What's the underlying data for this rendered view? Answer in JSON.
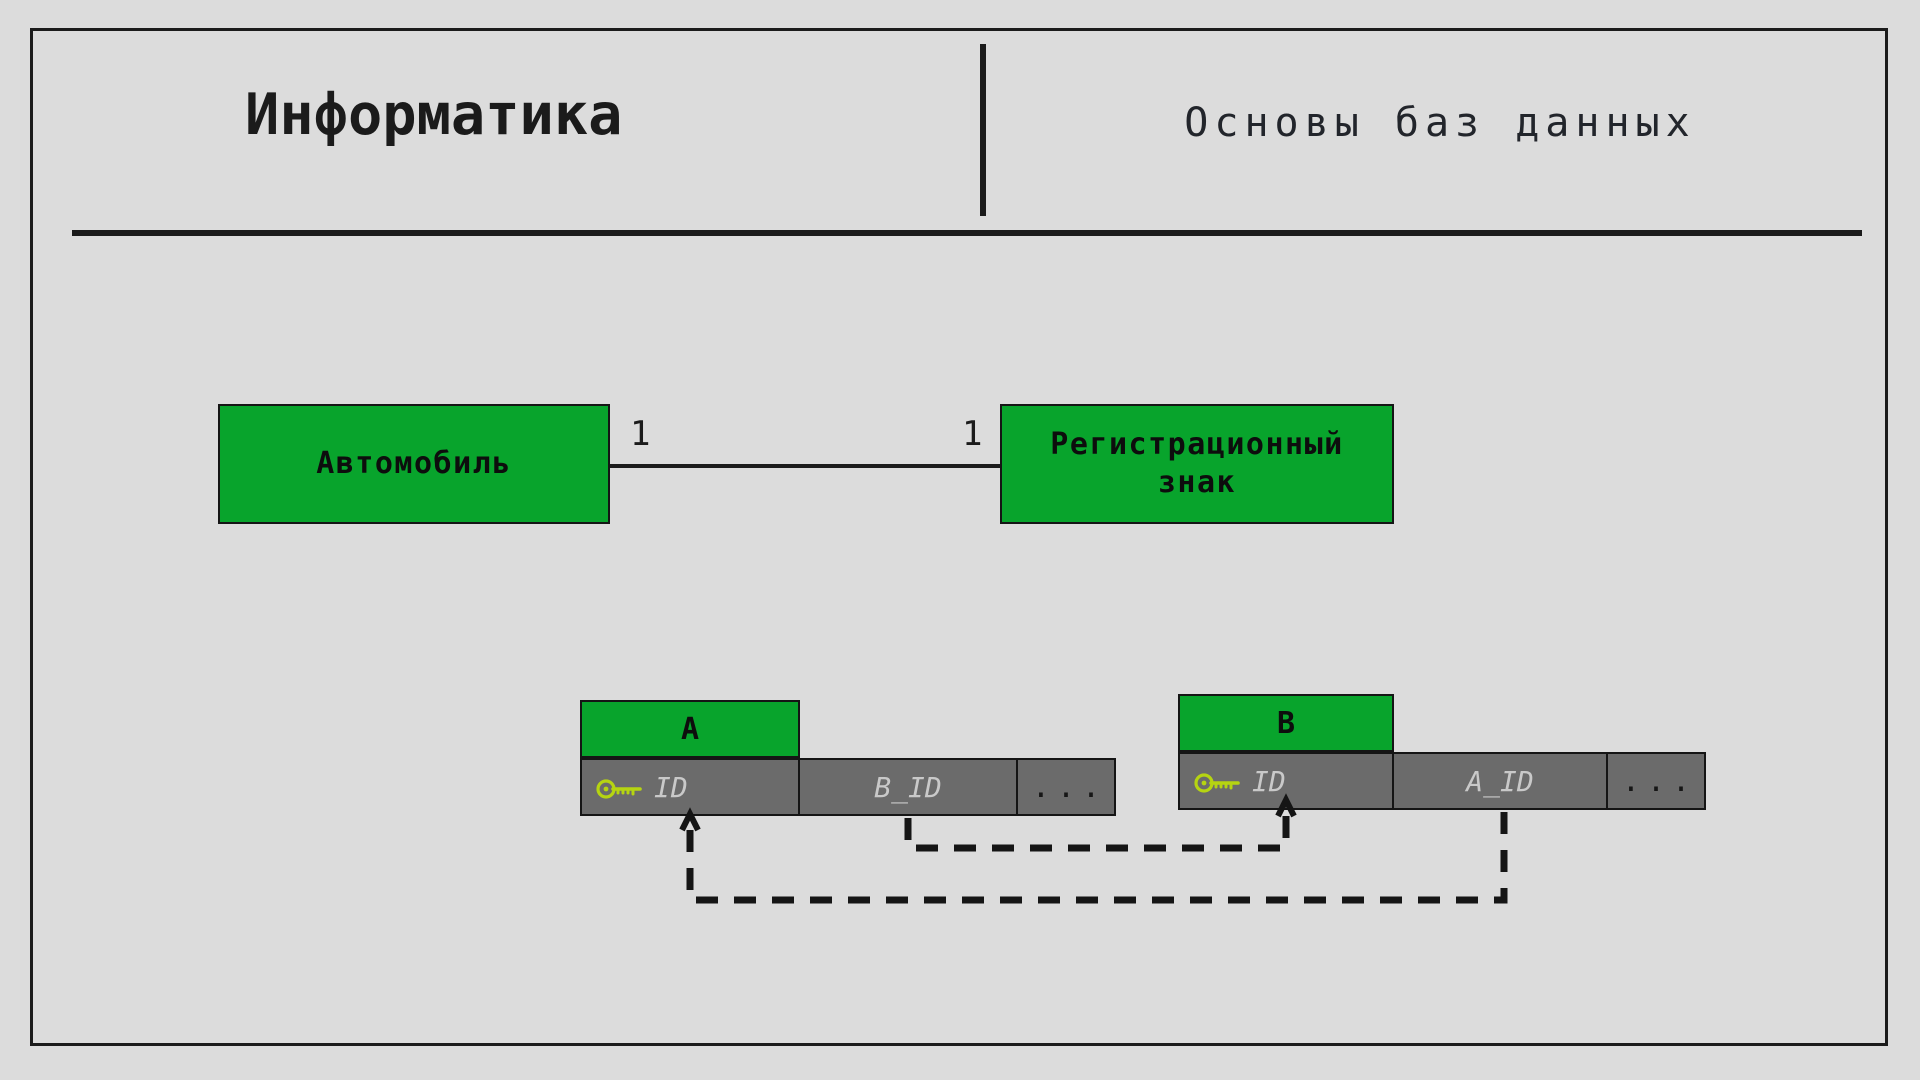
{
  "header": {
    "title": "Информатика",
    "subtitle": "Основы баз данных",
    "divider_icon": "vertical-divider",
    "rule_icon": "horizontal-rule"
  },
  "colors": {
    "background": "#dcdcdc",
    "ink": "#1b1b1b",
    "entity_green": "#08a42c",
    "cell_gray": "#6b6b6b",
    "cell_text": "#c9c9c9",
    "key_yellow_green": "#b6d411"
  },
  "er_diagram": {
    "entities": [
      {
        "id": "car",
        "label": "Автомобиль"
      },
      {
        "id": "plate",
        "label": "Регистрационный\nзнак"
      }
    ],
    "relationship": {
      "left_cardinality": "1",
      "right_cardinality": "1",
      "line_icon": "relationship-line"
    }
  },
  "relational_tables": [
    {
      "id": "a",
      "name": "A",
      "columns": [
        {
          "name": "ID",
          "primary_key": true,
          "key_icon": "key-icon"
        },
        {
          "name": "B_ID",
          "primary_key": false
        },
        {
          "name": "...",
          "primary_key": false
        }
      ]
    },
    {
      "id": "b",
      "name": "B",
      "columns": [
        {
          "name": "ID",
          "primary_key": true,
          "key_icon": "key-icon"
        },
        {
          "name": "A_ID",
          "primary_key": false
        },
        {
          "name": "...",
          "primary_key": false
        }
      ]
    }
  ],
  "foreign_keys": [
    {
      "id": "fk-a-bid-to-b-id",
      "from": "A.B_ID",
      "to": "B.ID",
      "style": "dashed",
      "arrow": "up"
    },
    {
      "id": "fk-b-aid-to-a-id",
      "from": "B.A_ID",
      "to": "A.ID",
      "style": "dashed",
      "arrow": "up"
    }
  ]
}
